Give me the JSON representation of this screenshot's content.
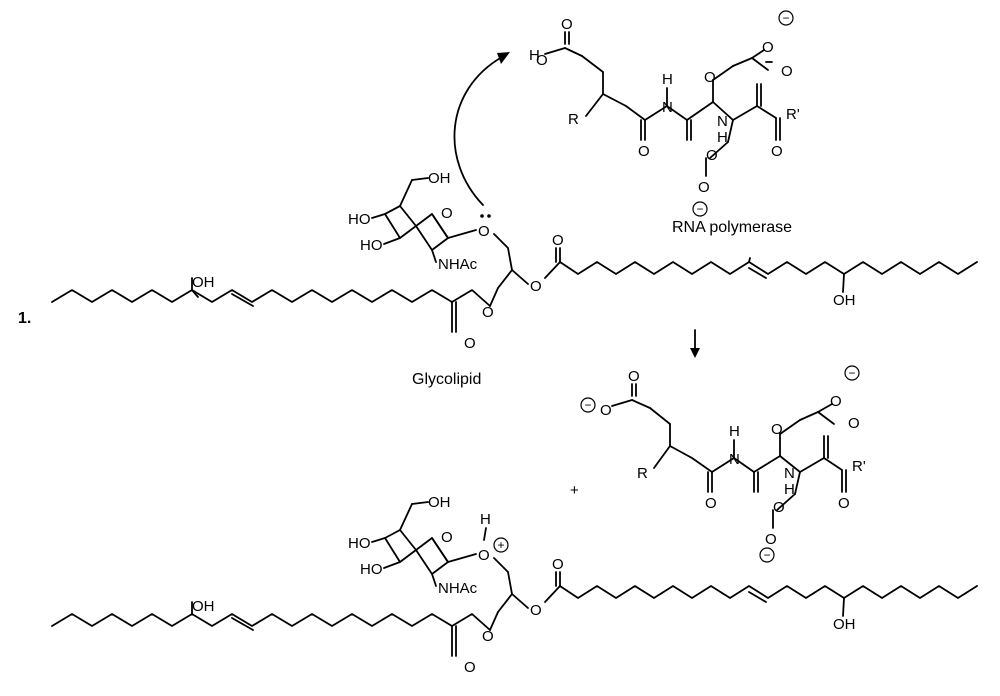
{
  "scheme": {
    "number": "1.",
    "plus": "+",
    "captions": {
      "glycolipid": "Glycolipid",
      "enzyme": "RNA polymerase"
    },
    "atoms": {
      "O": "O",
      "H": "H",
      "N": "N",
      "R": "R",
      "R_prime": "R'",
      "OH": "OH",
      "HO": "HO",
      "NHAc": "NHAc"
    },
    "charges": {
      "minus": "−",
      "plus": "+"
    }
  }
}
